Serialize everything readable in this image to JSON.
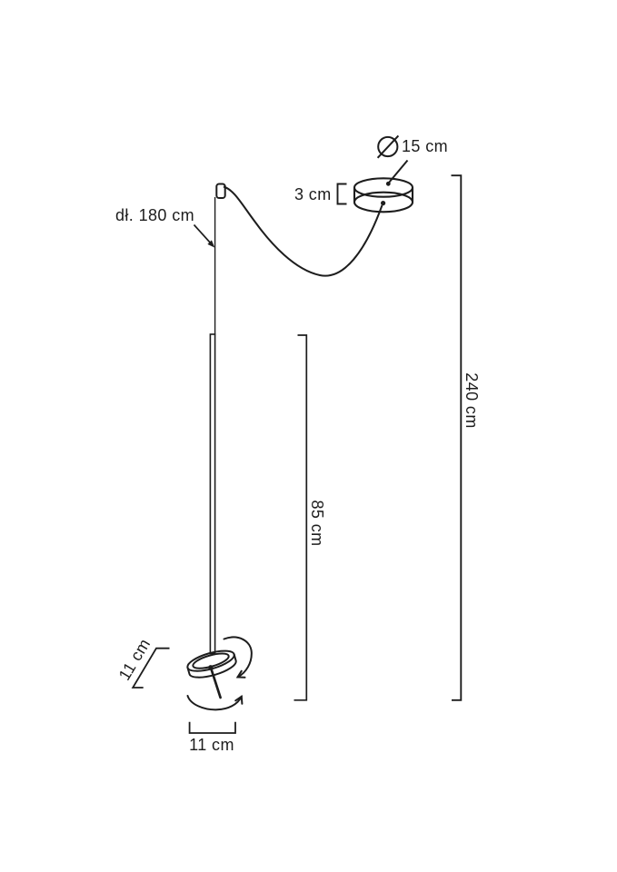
{
  "page": {
    "background": "#ffffff",
    "stroke_color": "#1d1d1d",
    "text_color": "#1d1d1d"
  },
  "diagram": {
    "kind": "pendant-lamp-dimension-drawing",
    "dimensions": {
      "canopy_diameter": {
        "symbol": "Ø",
        "label": "15 cm"
      },
      "canopy_height": {
        "label": "3 cm"
      },
      "cable_length": {
        "label": "dł. 180 cm"
      },
      "rod_length": {
        "label": "85 cm"
      },
      "overall_height": {
        "label": "240 cm"
      },
      "head_size_side": {
        "label": "11 cm"
      },
      "head_size_bottom": {
        "label": "11 cm"
      }
    }
  }
}
